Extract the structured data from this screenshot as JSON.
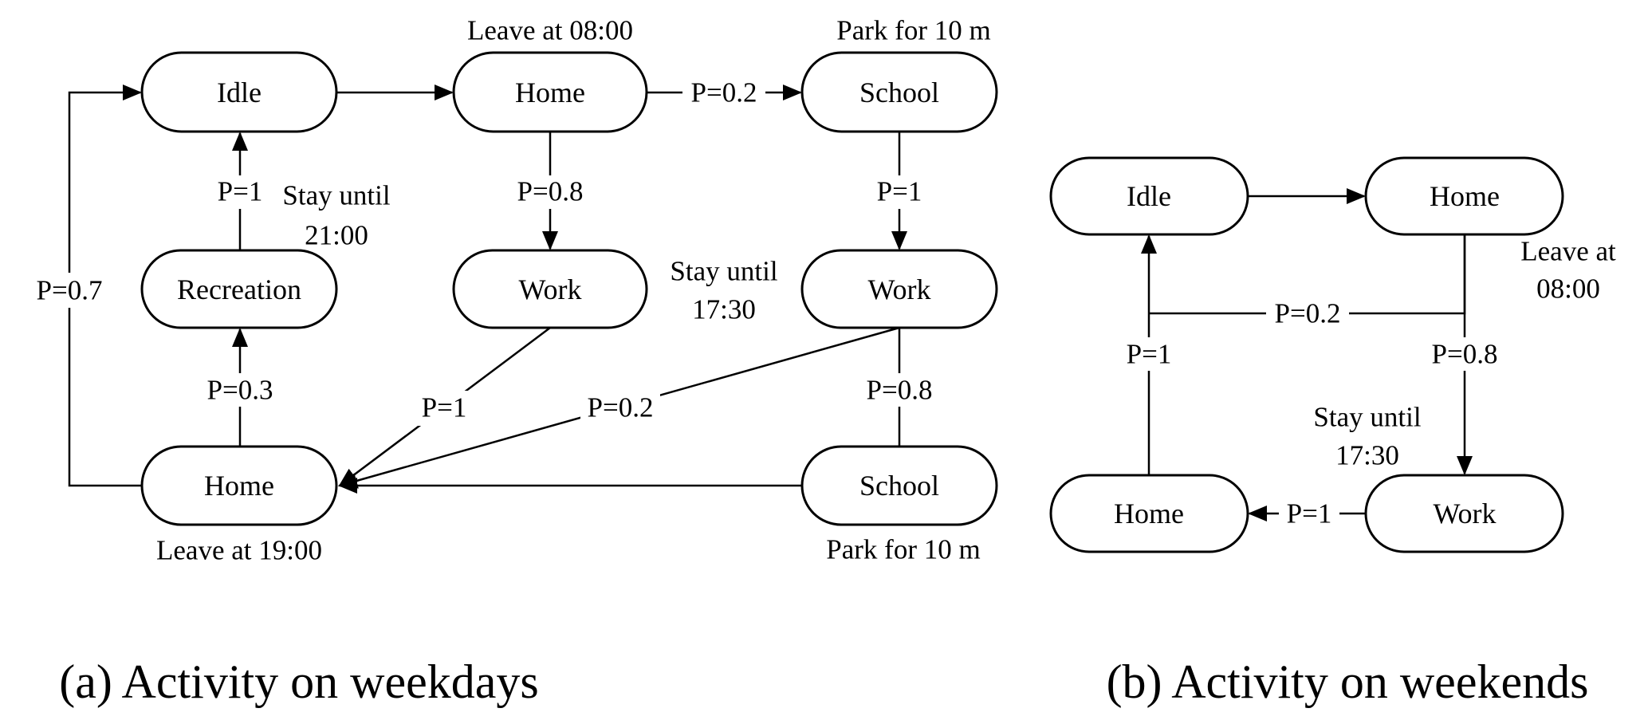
{
  "figure": {
    "weekday": {
      "caption": "(a) Activity on weekdays",
      "nodes": {
        "idle": "Idle",
        "home_top": "Home",
        "school_top": "School",
        "recreation": "Recreation",
        "work_mid": "Work",
        "work_right": "Work",
        "home_bottom": "Home",
        "school_bottom": "School"
      },
      "edges": {
        "idle_to_home": "",
        "home_to_school": "P=0.2",
        "home_to_work": "P=0.8",
        "school_to_work": "P=1",
        "recreation_to_idle": "P=1",
        "home_to_recreation": "P=0.3",
        "home_to_idle": "P=0.7",
        "work_mid_to_home": "P=1",
        "work_right_to_home": "P=0.2",
        "work_right_to_school": "P=0.8",
        "school_to_home": ""
      },
      "annotations": {
        "leave_0800": "Leave at 08:00",
        "park_top": "Park for 10 m",
        "stay_2100_line1": "Stay until",
        "stay_2100_line2": "21:00",
        "stay_1730_line1": "Stay until",
        "stay_1730_line2": "17:30",
        "leave_1900": "Leave at 19:00",
        "park_bottom": "Park for 10 m"
      }
    },
    "weekend": {
      "caption": "(b) Activity on weekends",
      "nodes": {
        "idle": "Idle",
        "home_top": "Home",
        "home_bottom": "Home",
        "work": "Work"
      },
      "edges": {
        "idle_to_home": "",
        "home_to_idle": "P=0.2",
        "home_to_work": "P=0.8",
        "work_to_home": "P=1",
        "home_bottom_to_idle": "P=1"
      },
      "annotations": {
        "leave_line1": "Leave at",
        "leave_line2": "08:00",
        "stay_line1": "Stay until",
        "stay_line2": "17:30"
      }
    }
  }
}
